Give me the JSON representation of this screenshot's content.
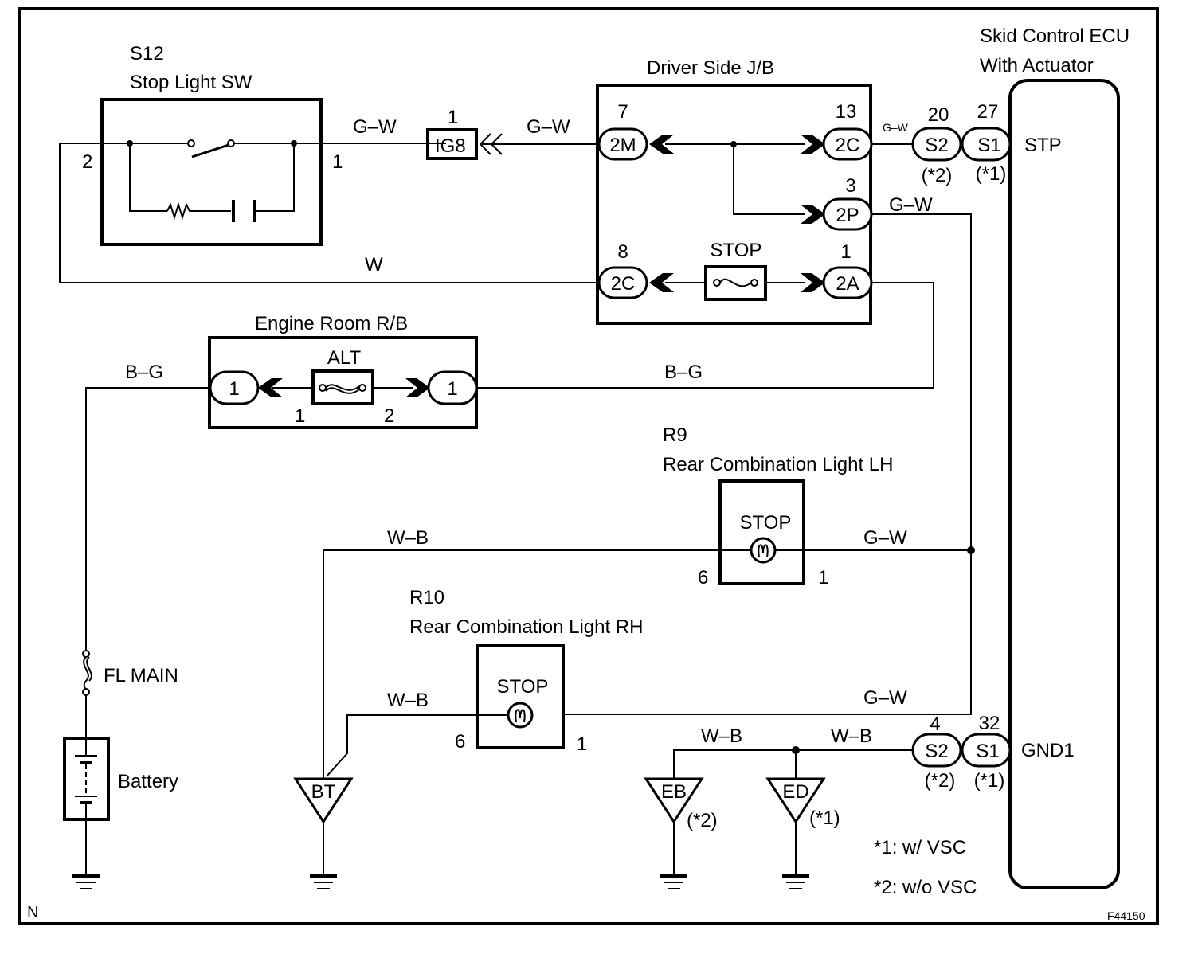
{
  "diagram_id": "F44150",
  "corner_mark": "N",
  "components": {
    "stop_light_sw": {
      "code": "S12",
      "name": "Stop Light SW",
      "pin_left": "2",
      "pin_right": "1"
    },
    "driver_jb": {
      "name": "Driver Side J/B",
      "fuse": "STOP",
      "connectors": [
        {
          "pin": "7",
          "id": "2M"
        },
        {
          "pin": "13",
          "id": "2C"
        },
        {
          "pin": "3",
          "id": "2P"
        },
        {
          "pin": "8",
          "id": "2C"
        },
        {
          "pin": "1",
          "id": "2A"
        }
      ]
    },
    "ig8": {
      "pin": "1",
      "id": "IG8"
    },
    "engine_rb": {
      "name": "Engine Room R/B",
      "fuse": "ALT",
      "left_conn": "1",
      "right_conn": "1",
      "pin_left": "1",
      "pin_right": "2"
    },
    "ecu": {
      "name_line1": "Skid Control ECU",
      "name_line2": "With Actuator",
      "stp_label": "STP",
      "gnd_label": "GND1",
      "stp_pins": [
        {
          "pin": "20",
          "id": "S2",
          "note": "(*2)"
        },
        {
          "pin": "27",
          "id": "S1",
          "note": "(*1)"
        }
      ],
      "gnd_pins": [
        {
          "pin": "4",
          "id": "S2",
          "note": "(*2)"
        },
        {
          "pin": "32",
          "id": "S1",
          "note": "(*1)"
        }
      ]
    },
    "r9": {
      "code": "R9",
      "name": "Rear Combination Light LH",
      "lamp": "STOP",
      "pin_left": "6",
      "pin_right": "1"
    },
    "r10": {
      "code": "R10",
      "name": "Rear Combination Light RH",
      "lamp": "STOP",
      "pin_left": "6",
      "pin_right": "1"
    },
    "fl_main": "FL MAIN",
    "battery": "Battery",
    "grounds": [
      {
        "id": "BT",
        "note": ""
      },
      {
        "id": "EB",
        "note": "(*2)"
      },
      {
        "id": "ED",
        "note": "(*1)"
      }
    ]
  },
  "wires": {
    "gw1": "G–W",
    "gw2": "G–W",
    "gw_small": "G–W",
    "gw_2p": "G–W",
    "w": "W",
    "bg_left": "B–G",
    "bg_right": "B–G",
    "wb_r9": "W–B",
    "gw_r9": "G–W",
    "wb_r10": "W–B",
    "gw_r10": "G–W",
    "wb_eb": "W–B",
    "wb_ed": "W–B"
  },
  "notes": [
    "*1: w/ VSC",
    "*2: w/o VSC"
  ]
}
